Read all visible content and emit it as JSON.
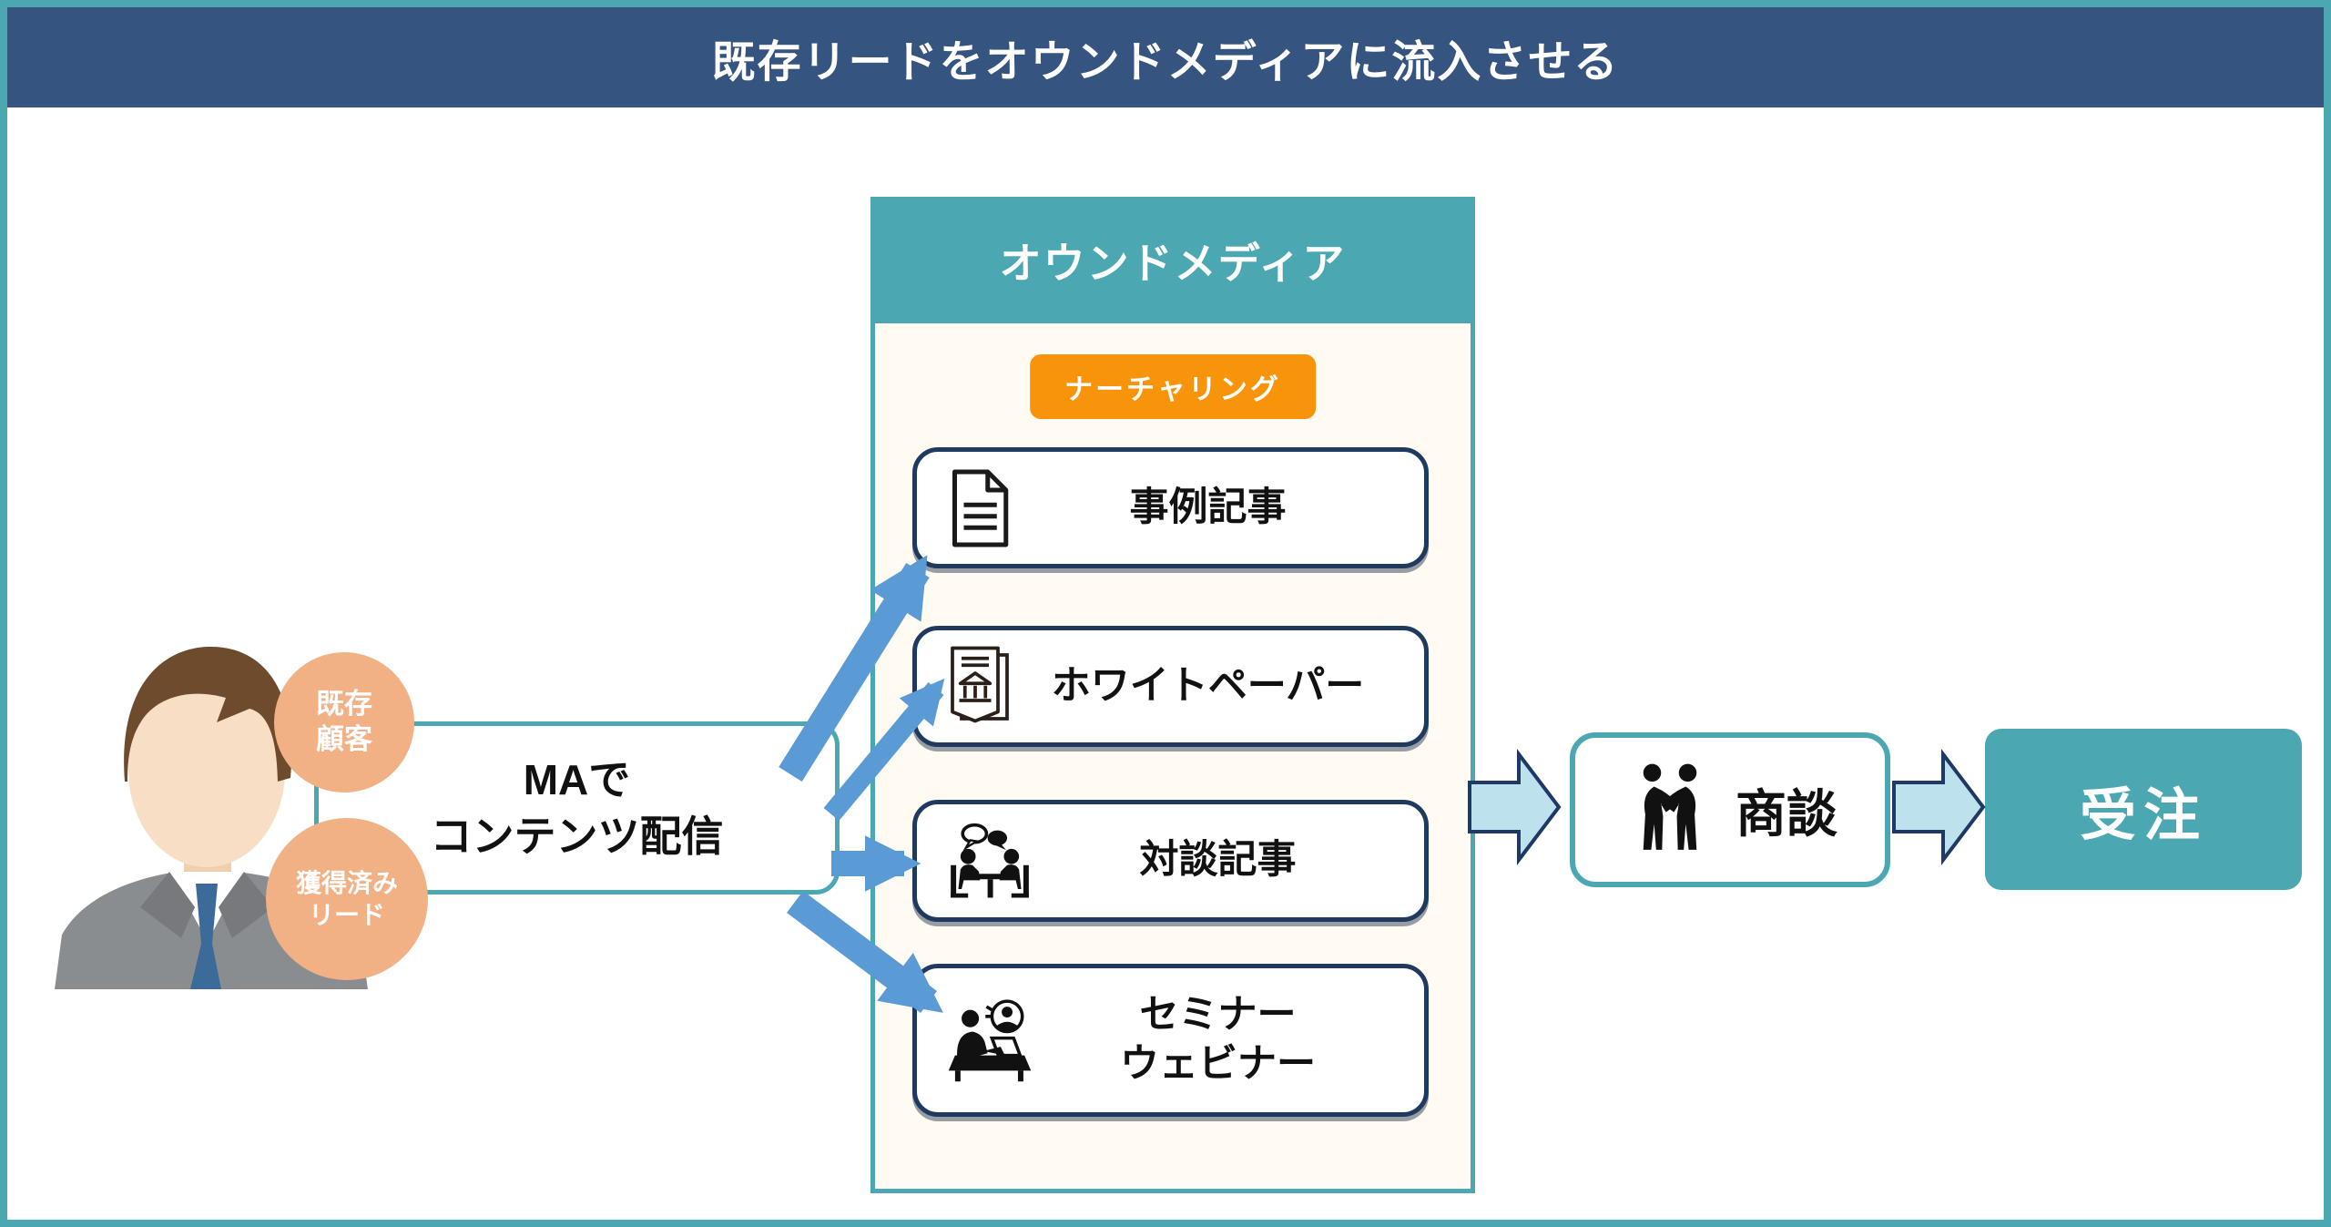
{
  "header": {
    "title": "既存リードをオウンドメディアに流入させる"
  },
  "source": {
    "person_icon": "businessman-illustration",
    "tags": [
      {
        "line1": "既存",
        "line2": "顧客"
      },
      {
        "line1": "獲得済み",
        "line2": "リード"
      }
    ]
  },
  "ma": {
    "line1": "MAで",
    "line2": "コンテンツ配信"
  },
  "owned_media": {
    "title": "オウンドメディア",
    "badge": "ナーチャリング",
    "items": [
      {
        "icon": "document-icon",
        "label": "事例記事"
      },
      {
        "icon": "whitepaper-icon",
        "label": "ホワイトペーパー"
      },
      {
        "icon": "interview-icon",
        "label": "対談記事"
      },
      {
        "icon": "seminar-icon",
        "label": "セミナー",
        "label2": "ウェビナー"
      }
    ]
  },
  "pipeline": {
    "meeting": "商談",
    "meeting_icon": "handshake-icon",
    "order": "受注"
  },
  "colors": {
    "header_bg": "#35547F",
    "teal": "#4BA8B2",
    "panel_cream": "#FFFBF2",
    "badge_orange": "#F7940A",
    "tag_peach": "#F2B085",
    "arrow_blue": "#5B9BD5",
    "pale_arrow_fill": "#BDE1ED",
    "pale_arrow_border": "#1F3864",
    "item_border_navy": "#203A5F"
  }
}
